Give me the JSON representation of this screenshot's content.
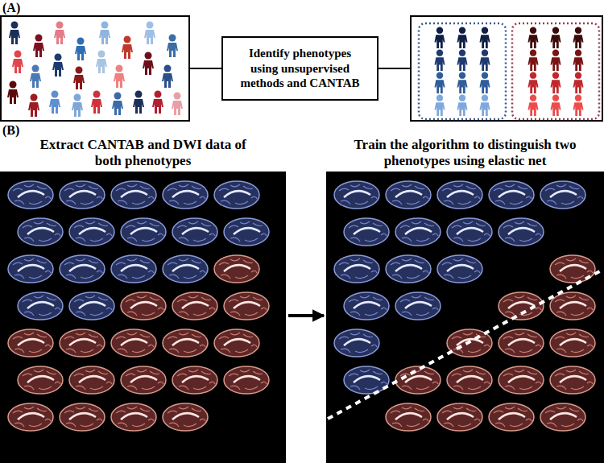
{
  "diagram": {
    "nodes": [
      {
        "text": [
          "Identify phenotypes using unsupervised methods and CANTAB"
        ]
      },
      {
        "text": [
          "Extract CANTAB and DWI data of both phenotypes"
        ]
      },
      {
        "text": [
          "Train the algorithm to distinguish two phenotypes using elastic net"
        ]
      }
    ],
    "edges": [
      {
        "from": 1,
        "to": 2,
        "arrow": "to"
      }
    ],
    "labels": [
      "(A)",
      "(B)"
    ]
  }
}
